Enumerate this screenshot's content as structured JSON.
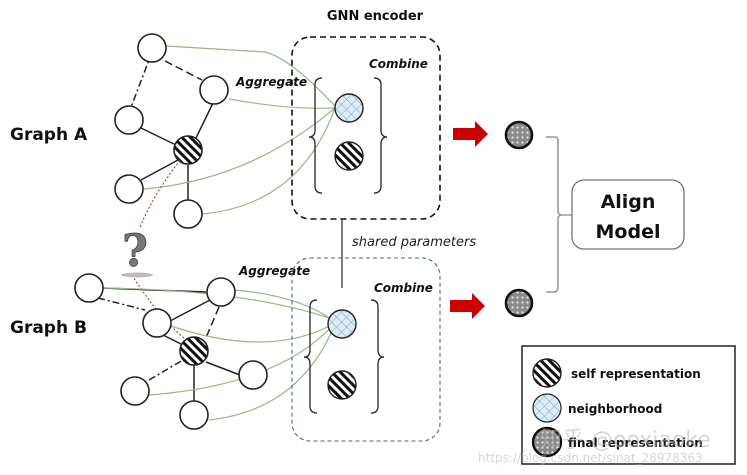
{
  "diagram": {
    "title": "GNN encoder",
    "graph_a_label": "Graph A",
    "graph_b_label": "Graph B",
    "aggregate_label_a": "Aggregate",
    "aggregate_label_b": "Aggregate",
    "combine_label_a": "Combine",
    "combine_label_b": "Combine",
    "shared_parameters_label": "shared parameters",
    "align_model_line1": "Align",
    "align_model_line2": "Model",
    "question_mark": "?",
    "legend": {
      "items": [
        {
          "icon": "striped-circle-icon",
          "label": "self representation"
        },
        {
          "icon": "crosshatch-circle-icon",
          "label": "neighborhood"
        },
        {
          "icon": "dotted-gray-circle-icon",
          "label": "final representation"
        }
      ]
    },
    "watermark": {
      "line1": "知乎 @ooxiaoke",
      "line2": "https://blog.csdn.net/sinat_28978363"
    },
    "colors": {
      "arrow": "#cc0000",
      "neighborhood_fill": "#dbeef7",
      "final_fill": "#8a8a8a",
      "edge_green": "#9bb58a",
      "match_red": "#b22222"
    }
  }
}
